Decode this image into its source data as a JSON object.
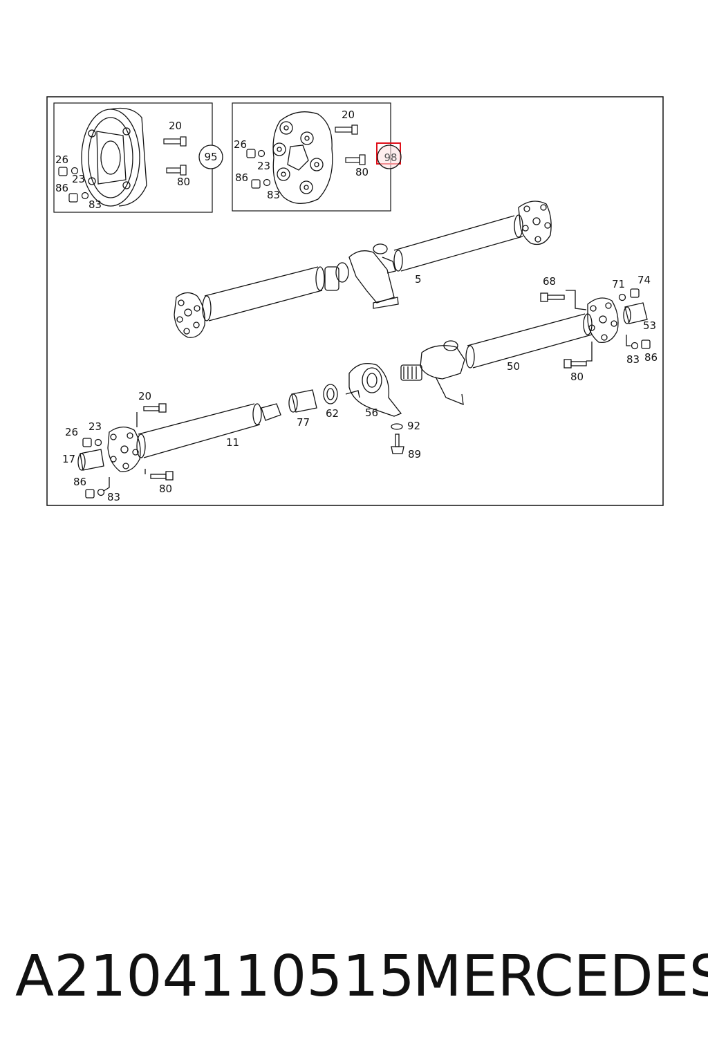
{
  "inset_left": {
    "callout": "95",
    "labels": {
      "bolt_top": "20",
      "nut": "26",
      "washer": "23",
      "nut_lower": "86",
      "washer_lower": "83",
      "bolt_bottom": "80"
    }
  },
  "inset_right": {
    "callout": "98",
    "labels": {
      "bolt_top": "20",
      "nut": "26",
      "washer": "23",
      "nut_lower": "86",
      "washer_lower": "83",
      "bolt_bottom": "80"
    }
  },
  "upper_shaft": {
    "label": "5"
  },
  "rear_shaft": {
    "labels": {
      "shaft": "50",
      "bolt_top": "68",
      "washer_top": "71",
      "nut_top": "74",
      "bushing": "53",
      "washer_lower": "83",
      "nut_lower": "86",
      "bolt_bottom": "80"
    }
  },
  "front_shaft": {
    "labels": {
      "bolt_top": "20",
      "nut": "26",
      "washer": "23",
      "bushing": "17",
      "nut_lower": "86",
      "washer_lower": "83",
      "bolt_bottom": "80",
      "shaft": "11",
      "dust_cap": "77",
      "ring": "62",
      "bearing": "56",
      "washer_bolt": "92",
      "bolt": "89"
    }
  },
  "caption": {
    "part_number": "A2104110515",
    "brand": "MERCEDES"
  },
  "colors": {
    "line": "#111111",
    "highlight": "#e0101a",
    "highlight_fill": "#fde2e2"
  }
}
